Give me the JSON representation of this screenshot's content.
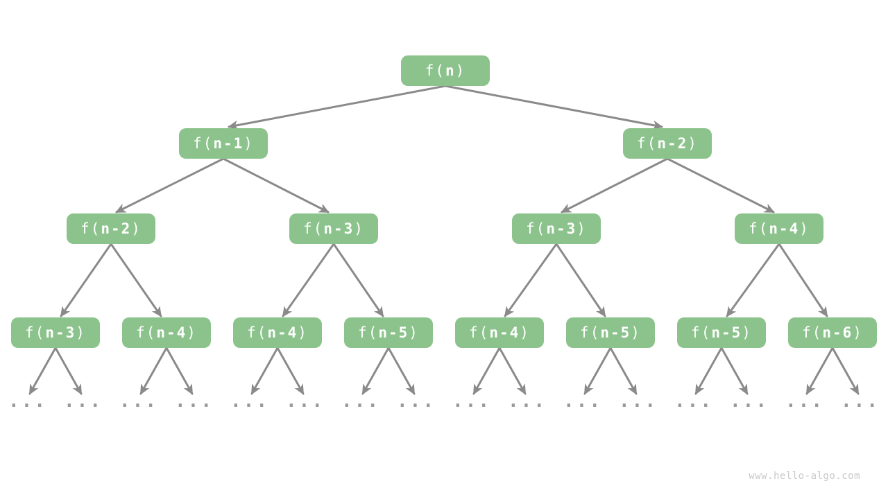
{
  "styles": {
    "page_bg": "#ffffff",
    "node_bg": "#8cc38c",
    "node_text": "#ffffff",
    "arrow_color": "#8a8a8a",
    "dots_color": "#999999",
    "watermark_color": "#c9c9c9"
  },
  "tree": {
    "levels": [
      {
        "nodes": [
          {
            "label": "f(n)"
          }
        ]
      },
      {
        "nodes": [
          {
            "label": "f(n-1)"
          },
          {
            "label": "f(n-2)"
          }
        ]
      },
      {
        "nodes": [
          {
            "label": "f(n-2)"
          },
          {
            "label": "f(n-3)"
          },
          {
            "label": "f(n-3)"
          },
          {
            "label": "f(n-4)"
          }
        ]
      },
      {
        "nodes": [
          {
            "label": "f(n-3)"
          },
          {
            "label": "f(n-4)"
          },
          {
            "label": "f(n-4)"
          },
          {
            "label": "f(n-5)"
          },
          {
            "label": "f(n-4)"
          },
          {
            "label": "f(n-5)"
          },
          {
            "label": "f(n-5)"
          },
          {
            "label": "f(n-6)"
          }
        ]
      }
    ],
    "ellipsis": "...",
    "ellipsis_count": 16
  },
  "watermark": {
    "text": "www.hello-algo.com"
  }
}
